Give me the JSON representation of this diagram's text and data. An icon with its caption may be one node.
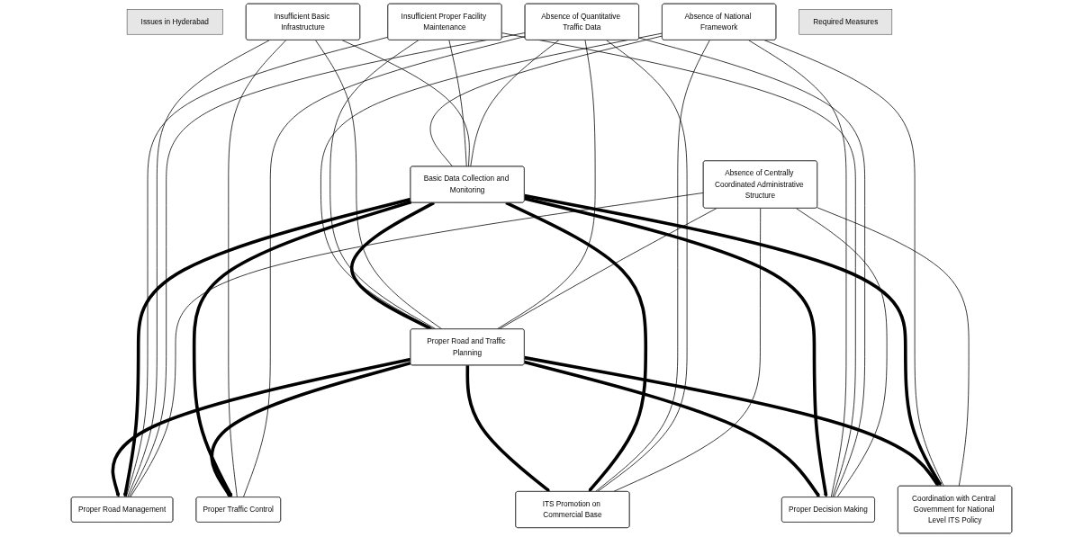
{
  "diagram": {
    "nodes": [
      {
        "text": [
          "Issues in Hyderabad"
        ]
      },
      {
        "text": [
          "Absence of Centrally Coordinated Administrative Structure"
        ]
      },
      {
        "text": [
          "Absence of Quantitative Traffic Data"
        ]
      },
      {
        "text": [
          "Insufficient Basic Infrastructure"
        ]
      },
      {
        "text": [
          "Insufficient Proper Facility Maintenance"
        ]
      },
      {
        "text": [
          "Absence of National Framework"
        ]
      },
      {
        "text": [
          "Required Measures"
        ]
      },
      {
        "text": [
          "Basic Data Collection and Monitoring"
        ]
      },
      {
        "text": [
          "Proper Road and Traffic Planning"
        ]
      },
      {
        "text": [
          "Proper Road Management"
        ]
      },
      {
        "text": [
          "Proper Traffic Control"
        ]
      },
      {
        "text": [
          "Proper Decision Making"
        ]
      },
      {
        "text": [
          "ITS Promotion on Commercial Base"
        ]
      },
      {
        "text": [
          "Coordination with Central Government for National Level ITS Policy"
        ]
      }
    ],
    "edges": [
      {
        "from": 1,
        "to": 8,
        "arrow": "none"
      },
      {
        "from": 1,
        "to": 9,
        "arrow": "none"
      },
      {
        "from": 1,
        "to": 11,
        "arrow": "none"
      },
      {
        "from": 1,
        "to": 12,
        "arrow": "none"
      },
      {
        "from": 1,
        "to": 13,
        "arrow": "none"
      },
      {
        "from": 2,
        "to": 7,
        "arrow": "none"
      },
      {
        "from": 2,
        "to": 8,
        "arrow": "none"
      },
      {
        "from": 2,
        "to": 9,
        "arrow": "none"
      },
      {
        "from": 2,
        "to": 10,
        "arrow": "none"
      },
      {
        "from": 2,
        "to": 11,
        "arrow": "none"
      },
      {
        "from": 2,
        "to": 12,
        "arrow": "none"
      },
      {
        "from": 3,
        "to": 7,
        "arrow": "none"
      },
      {
        "from": 3,
        "to": 8,
        "arrow": "none"
      },
      {
        "from": 3,
        "to": 9,
        "arrow": "none"
      },
      {
        "from": 3,
        "to": 10,
        "arrow": "none"
      },
      {
        "from": 4,
        "to": 7,
        "arrow": "none"
      },
      {
        "from": 4,
        "to": 8,
        "arrow": "none"
      },
      {
        "from": 4,
        "to": 9,
        "arrow": "none"
      },
      {
        "from": 4,
        "to": 11,
        "arrow": "none"
      },
      {
        "from": 5,
        "to": 7,
        "arrow": "none"
      },
      {
        "from": 5,
        "to": 8,
        "arrow": "none"
      },
      {
        "from": 5,
        "to": 11,
        "arrow": "none"
      },
      {
        "from": 5,
        "to": 12,
        "arrow": "none"
      },
      {
        "from": 5,
        "to": 13,
        "arrow": "none"
      },
      {
        "from": 7,
        "to": 8,
        "arrow": "to",
        "style": "thick"
      },
      {
        "from": 7,
        "to": 9,
        "arrow": "to",
        "style": "thick"
      },
      {
        "from": 7,
        "to": 10,
        "arrow": "to",
        "style": "thick"
      },
      {
        "from": 7,
        "to": 11,
        "arrow": "to",
        "style": "thick"
      },
      {
        "from": 7,
        "to": 12,
        "arrow": "to",
        "style": "thick"
      },
      {
        "from": 7,
        "to": 13,
        "arrow": "to",
        "style": "thick"
      },
      {
        "from": 8,
        "to": 9,
        "arrow": "to",
        "style": "thick"
      },
      {
        "from": 8,
        "to": 10,
        "arrow": "to",
        "style": "thick"
      },
      {
        "from": 8,
        "to": 11,
        "arrow": "to",
        "style": "thick"
      },
      {
        "from": 8,
        "to": 12,
        "arrow": "to",
        "style": "thick"
      },
      {
        "from": 8,
        "to": 13,
        "arrow": "to",
        "style": "thick"
      }
    ]
  }
}
